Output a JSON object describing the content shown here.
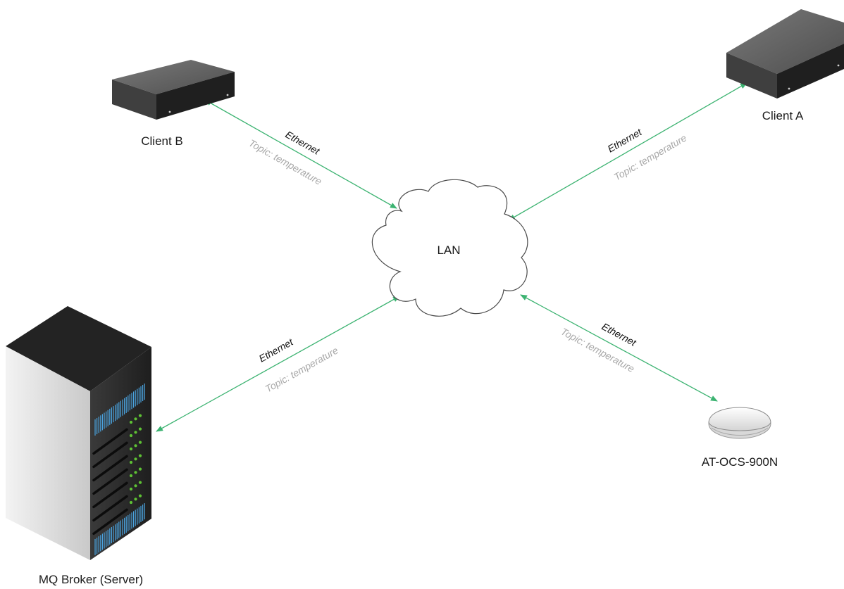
{
  "colors": {
    "link": "#3cb371",
    "ethernet_text": "#111111",
    "topic_text": "#a8a8a8",
    "node_text": "#1a1a1a",
    "server_led": "#5ec234",
    "server_vent": "#4aa3df"
  },
  "nodes": {
    "lan": {
      "label": "LAN",
      "icon": "cloud-icon"
    },
    "client_a": {
      "label": "Client A",
      "icon": "client-device-icon"
    },
    "client_b": {
      "label": "Client B",
      "icon": "client-device-icon"
    },
    "broker": {
      "label": "MQ Broker (Server)",
      "icon": "server-rack-icon"
    },
    "sensor": {
      "label": "AT-OCS-900N",
      "icon": "ceiling-sensor-icon"
    }
  },
  "links": {
    "client_b": {
      "medium": "Ethernet",
      "topic": "Topic: temperature"
    },
    "client_a": {
      "medium": "Ethernet",
      "topic": "Topic: temperature"
    },
    "broker": {
      "medium": "Ethernet",
      "topic": "Topic: temperature"
    },
    "sensor": {
      "medium": "Ethernet",
      "topic": "Topic: temperature"
    }
  }
}
